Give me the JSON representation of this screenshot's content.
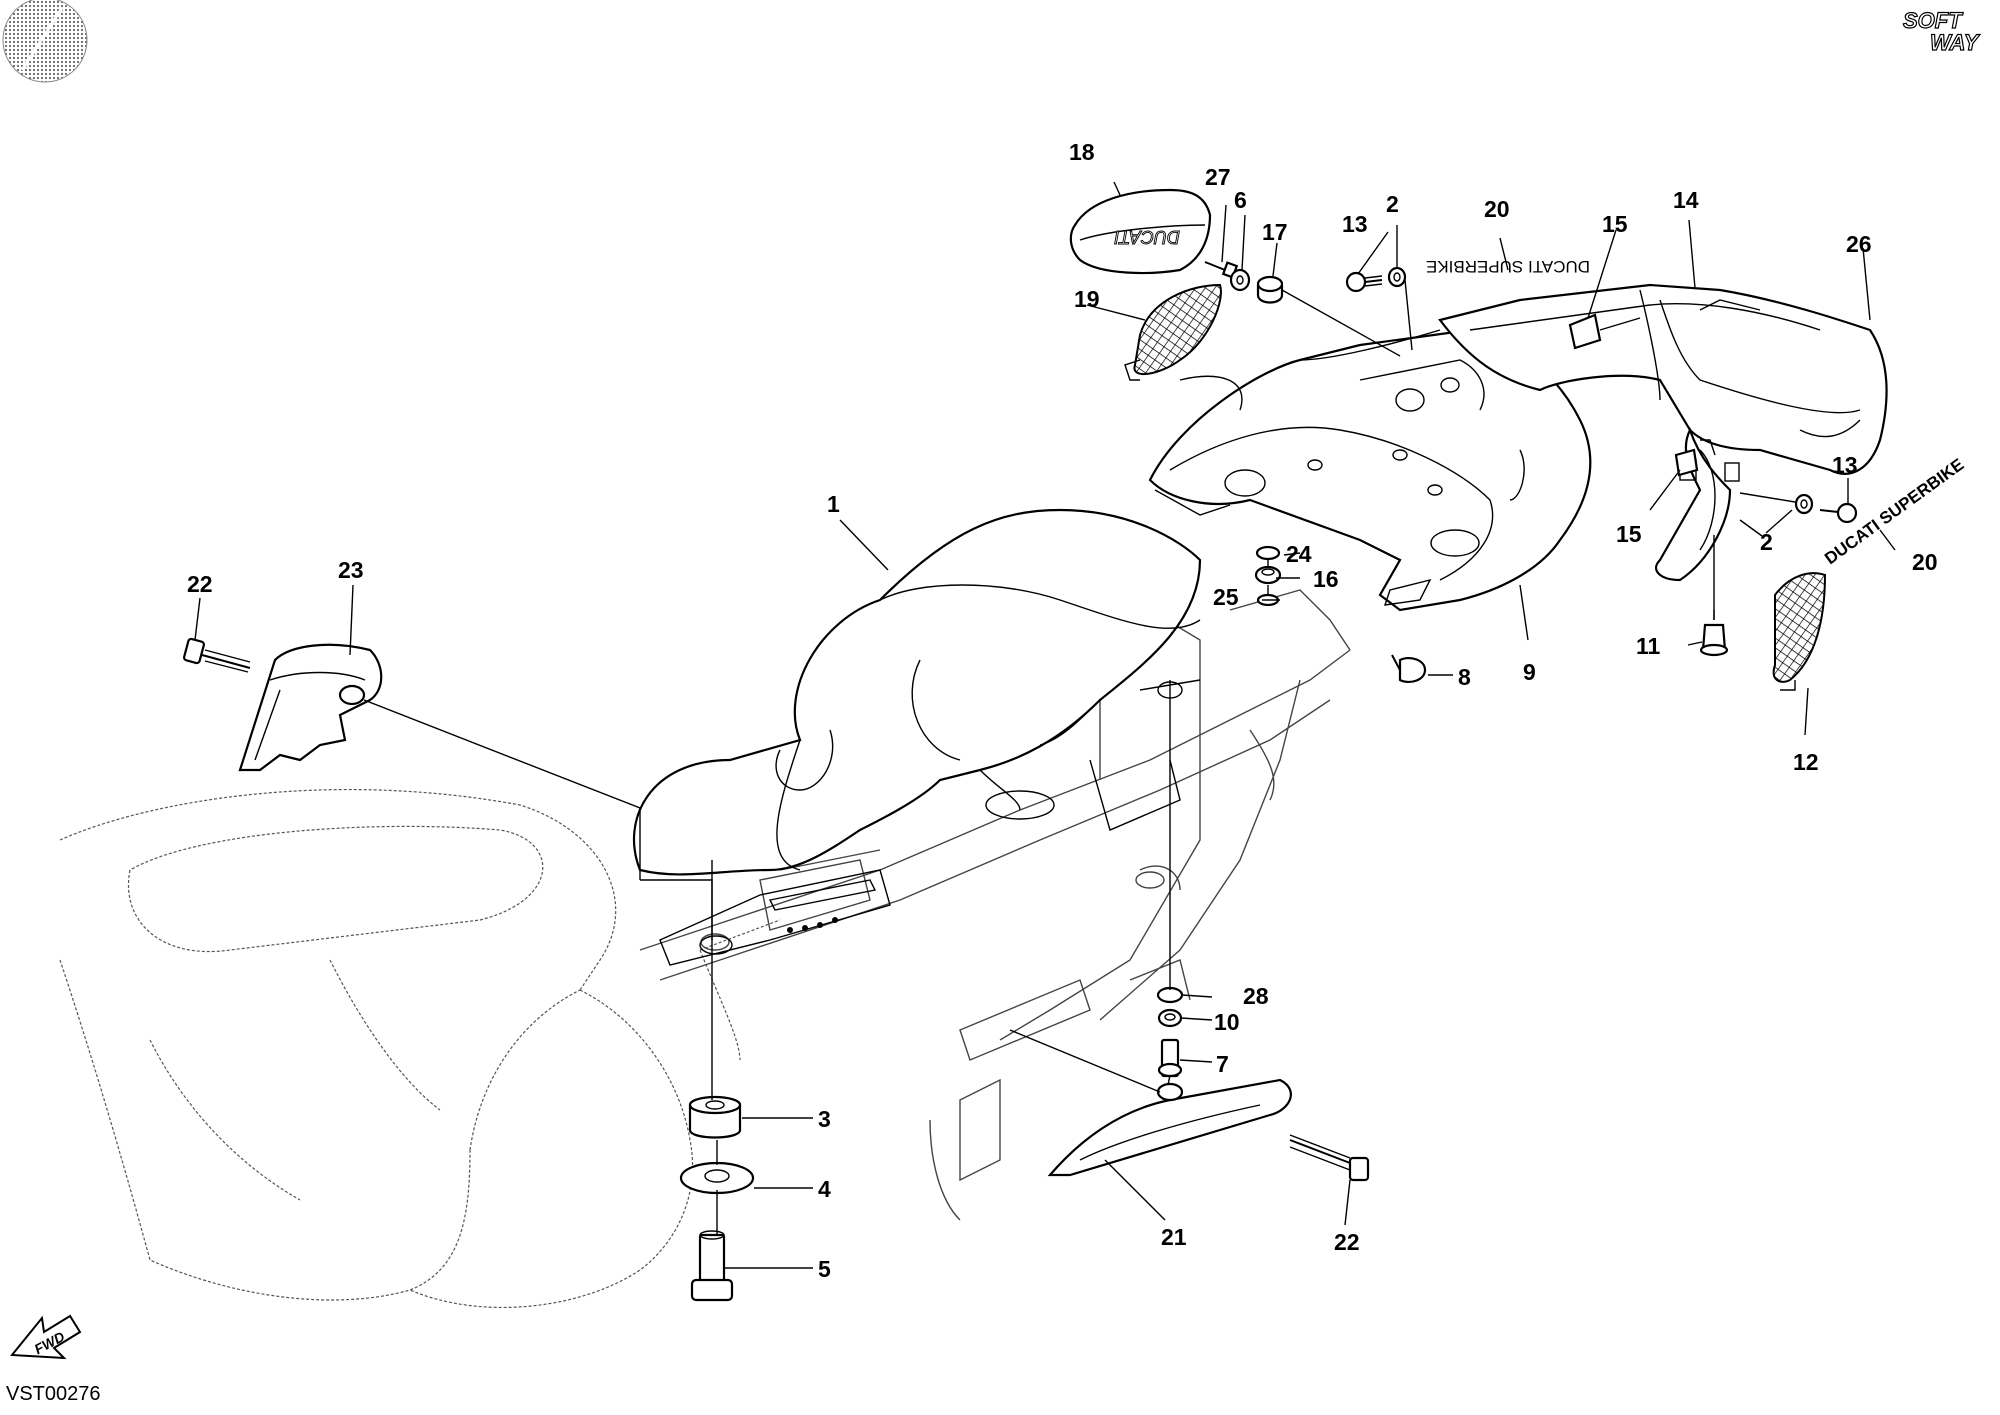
{
  "drawing_code": "VST00276",
  "direction_label": "FWD",
  "brand_mark": {
    "line1": "SOFT",
    "line2": "WAY"
  },
  "decal_text": "DUCATI SUPERBIKE",
  "seat_logo_text": "DUCATI",
  "callouts": [
    {
      "id": "c1",
      "text": "1"
    },
    {
      "id": "c2a",
      "text": "2"
    },
    {
      "id": "c2b",
      "text": "2"
    },
    {
      "id": "c3",
      "text": "3"
    },
    {
      "id": "c4",
      "text": "4"
    },
    {
      "id": "c5",
      "text": "5"
    },
    {
      "id": "c6",
      "text": "6"
    },
    {
      "id": "c7",
      "text": "7"
    },
    {
      "id": "c8",
      "text": "8"
    },
    {
      "id": "c9",
      "text": "9"
    },
    {
      "id": "c10",
      "text": "10"
    },
    {
      "id": "c11",
      "text": "11"
    },
    {
      "id": "c12",
      "text": "12"
    },
    {
      "id": "c13a",
      "text": "13"
    },
    {
      "id": "c13b",
      "text": "13"
    },
    {
      "id": "c14",
      "text": "14"
    },
    {
      "id": "c15a",
      "text": "15"
    },
    {
      "id": "c15b",
      "text": "15"
    },
    {
      "id": "c16",
      "text": "16"
    },
    {
      "id": "c17",
      "text": "17"
    },
    {
      "id": "c18",
      "text": "18"
    },
    {
      "id": "c19",
      "text": "19"
    },
    {
      "id": "c20a",
      "text": "20"
    },
    {
      "id": "c20b",
      "text": "20"
    },
    {
      "id": "c21",
      "text": "21"
    },
    {
      "id": "c22a",
      "text": "22"
    },
    {
      "id": "c22b",
      "text": "22"
    },
    {
      "id": "c23",
      "text": "23"
    },
    {
      "id": "c24",
      "text": "24"
    },
    {
      "id": "c25",
      "text": "25"
    },
    {
      "id": "c26",
      "text": "26"
    },
    {
      "id": "c27",
      "text": "27"
    },
    {
      "id": "c28",
      "text": "28"
    }
  ]
}
